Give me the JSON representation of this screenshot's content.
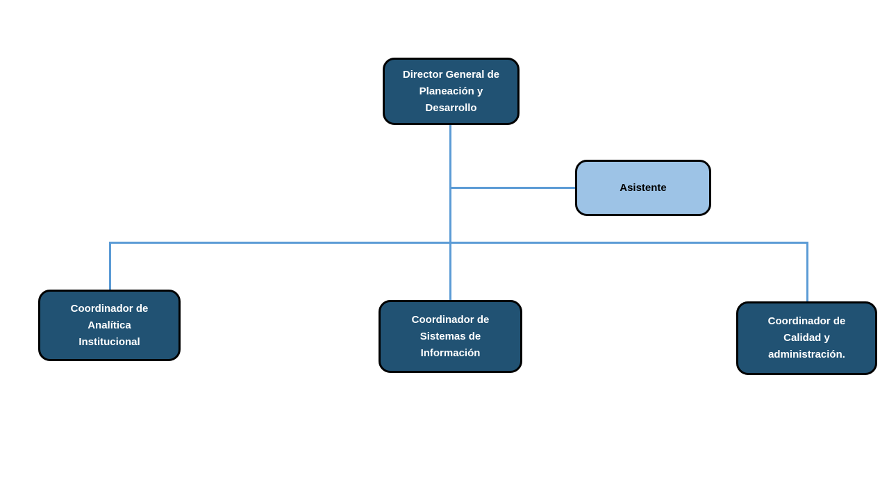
{
  "diagram": {
    "type": "org-chart",
    "nodes": {
      "director": {
        "label": "Director General de\nPlaneación y\nDesarrollo",
        "level": 1,
        "style": "dark"
      },
      "asistente": {
        "label": "Asistente",
        "level": 2,
        "style": "light"
      },
      "analitica": {
        "label": "Coordinador de\nAnalítica\nInstitucional",
        "level": 3,
        "style": "dark"
      },
      "sistemas": {
        "label": "Coordinador de\nSistemas de\nInformación",
        "level": 3,
        "style": "dark"
      },
      "calidad": {
        "label": "Coordinador de\nCalidad y\nadministración.",
        "level": 3,
        "style": "dark"
      }
    },
    "edges": [
      {
        "from": "director",
        "to": "asistente",
        "kind": "assistant-branch"
      },
      {
        "from": "director",
        "to": "analitica",
        "kind": "reports-to"
      },
      {
        "from": "director",
        "to": "sistemas",
        "kind": "reports-to"
      },
      {
        "from": "director",
        "to": "calidad",
        "kind": "reports-to"
      }
    ],
    "colors": {
      "node_dark_fill": "#215273",
      "node_light_fill": "#9DC3E6",
      "node_border": "#000000",
      "connector": "#5B9BD5",
      "text_on_dark": "#FFFFFF",
      "text_on_light": "#000000",
      "background": "#FFFFFF"
    }
  }
}
